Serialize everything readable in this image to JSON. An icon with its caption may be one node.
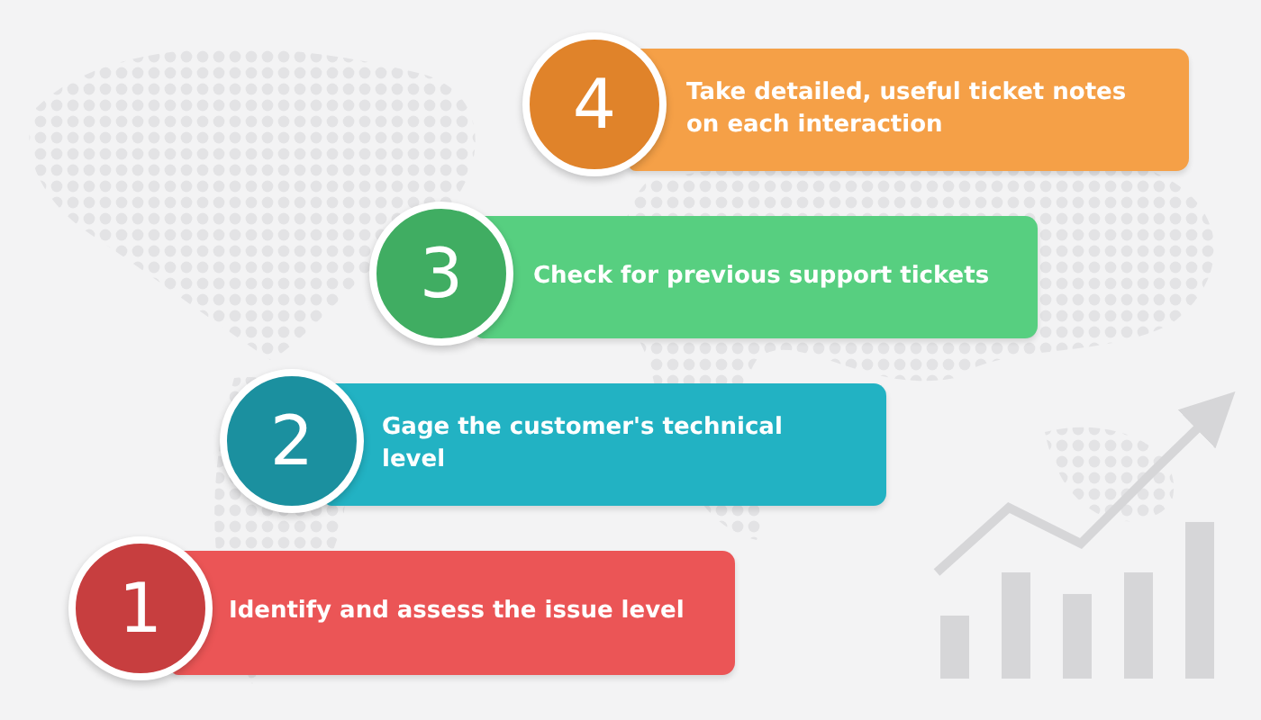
{
  "diagram": {
    "nodes": [
      {
        "text": [
          "4"
        ]
      },
      {
        "text": [
          "Take detailed, useful ticket notes on each interaction"
        ]
      },
      {
        "text": [
          "3"
        ]
      },
      {
        "text": [
          "Check for previous support tickets"
        ]
      },
      {
        "text": [
          "2"
        ]
      },
      {
        "text": [
          "Gage the customer's technical level"
        ]
      },
      {
        "text": [
          "1"
        ]
      },
      {
        "text": [
          "Identify and assess the issue level"
        ]
      }
    ]
  }
}
